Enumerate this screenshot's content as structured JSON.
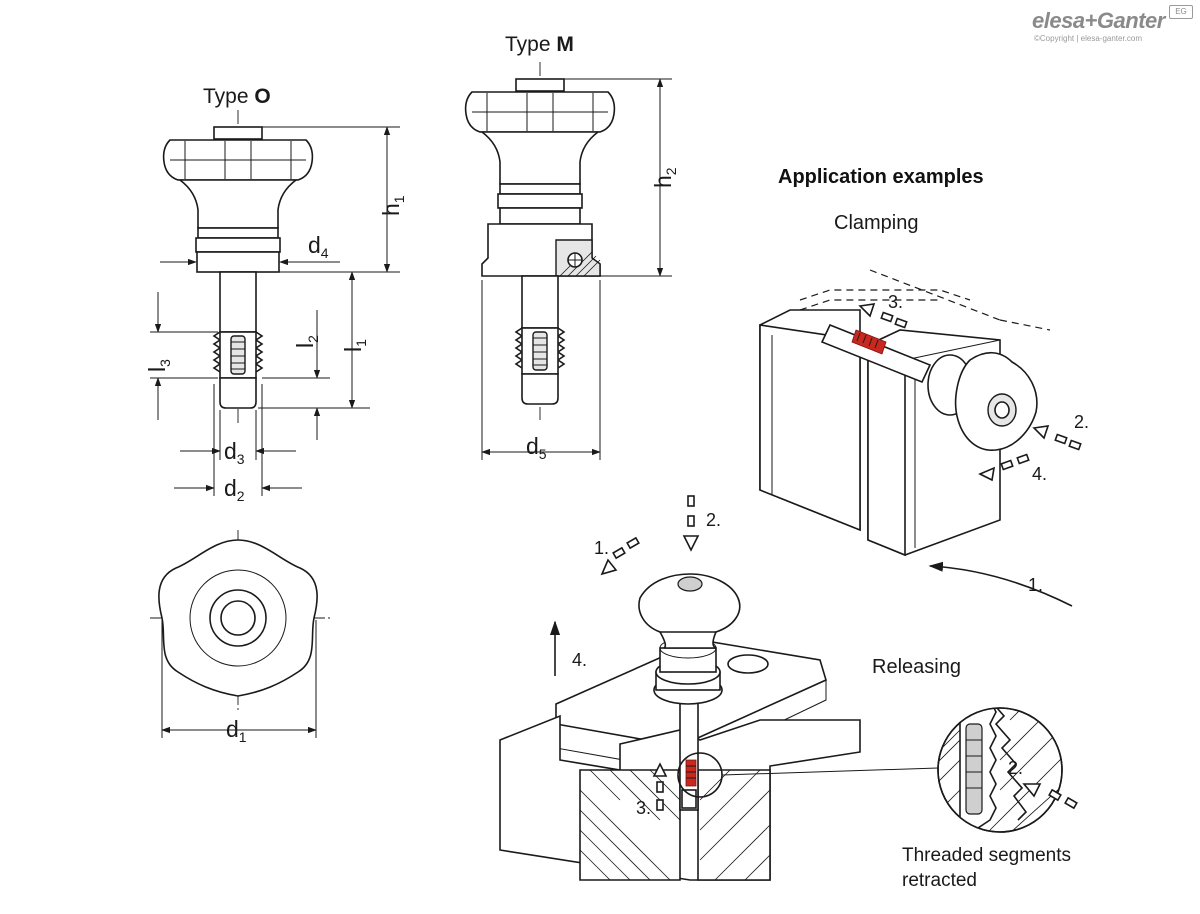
{
  "brand": {
    "logo_text": "elesa+Ganter",
    "copyright": "©Copyright | elesa-ganter.com",
    "badge": "EG"
  },
  "drawing": {
    "type_o": {
      "prefix": "Type ",
      "code": "O"
    },
    "type_m": {
      "prefix": "Type ",
      "code": "M"
    },
    "dimensions": {
      "h1": {
        "base": "h",
        "sub": "1"
      },
      "h2": {
        "base": "h",
        "sub": "2"
      },
      "d1": {
        "base": "d",
        "sub": "1"
      },
      "d2": {
        "base": "d",
        "sub": "2"
      },
      "d3": {
        "base": "d",
        "sub": "3"
      },
      "d4": {
        "base": "d",
        "sub": "4"
      },
      "d5": {
        "base": "d",
        "sub": "5"
      },
      "l1": {
        "base": "l",
        "sub": "1"
      },
      "l2": {
        "base": "l",
        "sub": "2"
      },
      "l3": {
        "base": "l",
        "sub": "3"
      }
    }
  },
  "applications": {
    "heading": "Application examples",
    "clamping": {
      "title": "Clamping",
      "steps": [
        "1.",
        "2.",
        "3.",
        "4."
      ]
    },
    "releasing": {
      "title": "Releasing",
      "steps": [
        "1.",
        "2.",
        "3.",
        "4."
      ]
    },
    "detail": {
      "step": "2.",
      "caption_line1": "Threaded segments",
      "caption_line2": "retracted"
    }
  }
}
